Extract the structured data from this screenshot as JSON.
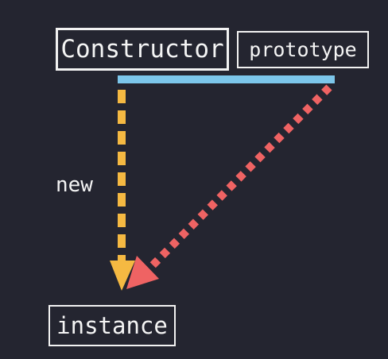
{
  "diagram": {
    "constructor_label": "Constructor",
    "prototype_label": "prototype",
    "instance_label": "instance",
    "edge_new_label": "new"
  },
  "colors": {
    "background": "#242530",
    "box_border": "#f2f2f2",
    "text": "#f4f4f4",
    "link_bar": "#7cc6ea",
    "new_arrow": "#f5b942",
    "proto_arrow": "#ef6363"
  },
  "edges": [
    {
      "from": "constructor",
      "to": "instance",
      "label_key": "edge_new_label",
      "style": "dashed",
      "color_key": "new_arrow"
    },
    {
      "from": "prototype",
      "to": "instance",
      "style": "dotted",
      "color_key": "proto_arrow"
    }
  ]
}
